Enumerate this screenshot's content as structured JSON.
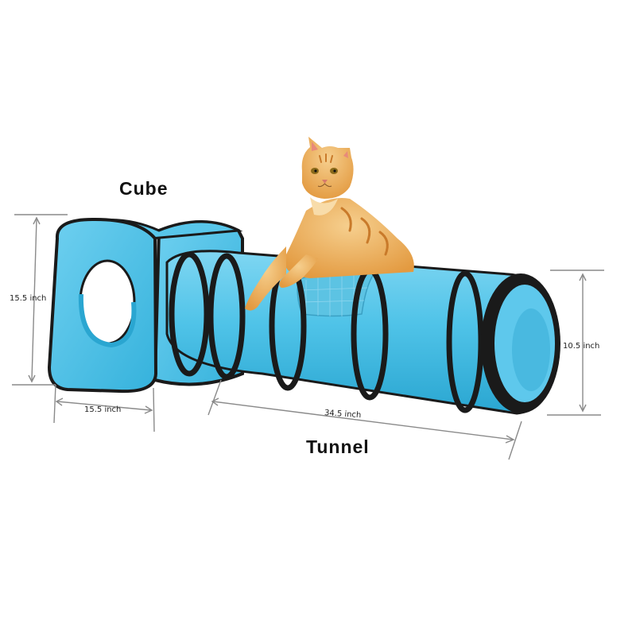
{
  "labels": {
    "cube": "Cube",
    "tunnel": "Tunnel"
  },
  "dimensions": {
    "cube_height": "15.5 inch",
    "cube_width": "15.5 inch",
    "tunnel_length": "34.5 inch",
    "tunnel_diameter": "10.5 inch"
  },
  "colors": {
    "fabric": "#4fc3e8",
    "fabric_light": "#7fd6f2",
    "fabric_dark": "#2aa6d1",
    "binding": "#1a1a1a",
    "cat_fur": "#e8a24c",
    "cat_fur_light": "#f6cf8e",
    "cat_stripe": "#c97a2a",
    "dimension_line": "#8a8a8a"
  },
  "icons": {
    "subject": "cat-icon"
  }
}
